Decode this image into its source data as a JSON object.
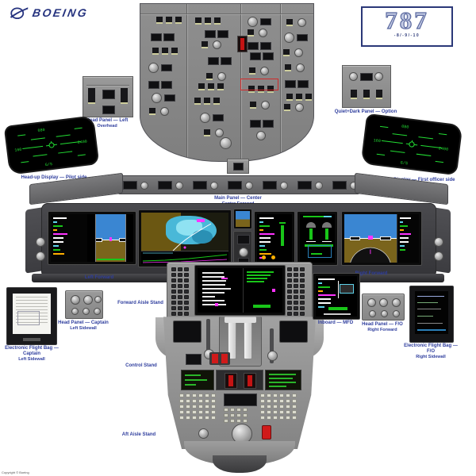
{
  "brand": {
    "logo_text": "BOEING"
  },
  "badge": {
    "number": "787",
    "variants": "-8/-9/-10"
  },
  "captions": {
    "head_panel_left": {
      "line1": "Head Panel — Left",
      "line2": "Overhead"
    },
    "quiet_dark": {
      "line1": "Quiet+Dark Panel — Option",
      "line2": ""
    },
    "hud_left": {
      "line1": "Head-up Display — Pilot side",
      "line2": ""
    },
    "hud_right": {
      "line1": "Head-up Display — First officer side",
      "line2": ""
    },
    "glareshield": {
      "line1": "Main Panel — Center",
      "line2": "Center Forward"
    },
    "left_forward": {
      "line1": "Left Forward",
      "line2": ""
    },
    "right_forward": {
      "line1": "Right Forward",
      "line2": ""
    },
    "fwd_aisle": {
      "line1": "Forward Aisle Stand",
      "line2": ""
    },
    "control_stand": {
      "line1": "Control Stand",
      "line2": ""
    },
    "aft_aisle": {
      "line1": "Aft Aisle Stand",
      "line2": ""
    },
    "efb_left": {
      "line1": "Electronic Flight Bag — Captain",
      "line2": "Left Sidewall"
    },
    "panel_captain": {
      "line1": "Head Panel — Captain",
      "line2": "Left Sidewall"
    },
    "inboard_mfd": {
      "line1": "Inboard — MFD",
      "line2": ""
    },
    "panel_fo": {
      "line1": "Head Panel — F/O",
      "line2": "Right Forward"
    },
    "efb_right": {
      "line1": "Electronic Flight Bag — F/O",
      "line2": "Right Sidewall"
    },
    "fineprint": "Copyright © Boeing"
  },
  "colors": {
    "caption_blue": "#2f3e9e",
    "boeing_navy": "#26337f",
    "panel_gray": "#8f8f8f",
    "display_sky": "#3a86d2",
    "display_ground": "#7a641c",
    "hud_green": "#22dd33",
    "eicas_green": "#19c519",
    "map_cyan": "#5fd2ea",
    "magenta": "#ff33ff",
    "warning_red": "#c41414"
  }
}
